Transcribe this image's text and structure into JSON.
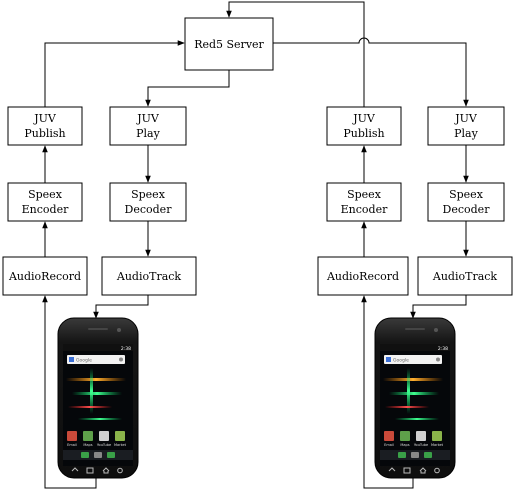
{
  "server": {
    "label": "Red5 Server"
  },
  "clients": [
    {
      "publish": {
        "line1": "JUV",
        "line2": "Publish"
      },
      "play": {
        "line1": "JUV",
        "line2": "Play"
      },
      "encoder": {
        "line1": "Speex",
        "line2": "Encoder"
      },
      "decoder": {
        "line1": "Speex",
        "line2": "Decoder"
      },
      "record": {
        "label": "AudioRecord"
      },
      "track": {
        "label": "AudioTrack"
      },
      "phone": {
        "time": "2:38",
        "search": "Google",
        "apps": [
          "Email",
          "Maps",
          "YouTube",
          "Market"
        ]
      }
    },
    {
      "publish": {
        "line1": "JUV",
        "line2": "Publish"
      },
      "play": {
        "line1": "JUV",
        "line2": "Play"
      },
      "encoder": {
        "line1": "Speex",
        "line2": "Encoder"
      },
      "decoder": {
        "line1": "Speex",
        "line2": "Decoder"
      },
      "record": {
        "label": "AudioRecord"
      },
      "track": {
        "label": "AudioTrack"
      },
      "phone": {
        "time": "2:38",
        "search": "Google",
        "apps": [
          "Email",
          "Maps",
          "YouTube",
          "Market"
        ]
      }
    }
  ],
  "colors": {
    "line": "#000000",
    "box_fill": "#ffffff",
    "phone_body": "#1b1b1b",
    "screen": "#05070a"
  }
}
